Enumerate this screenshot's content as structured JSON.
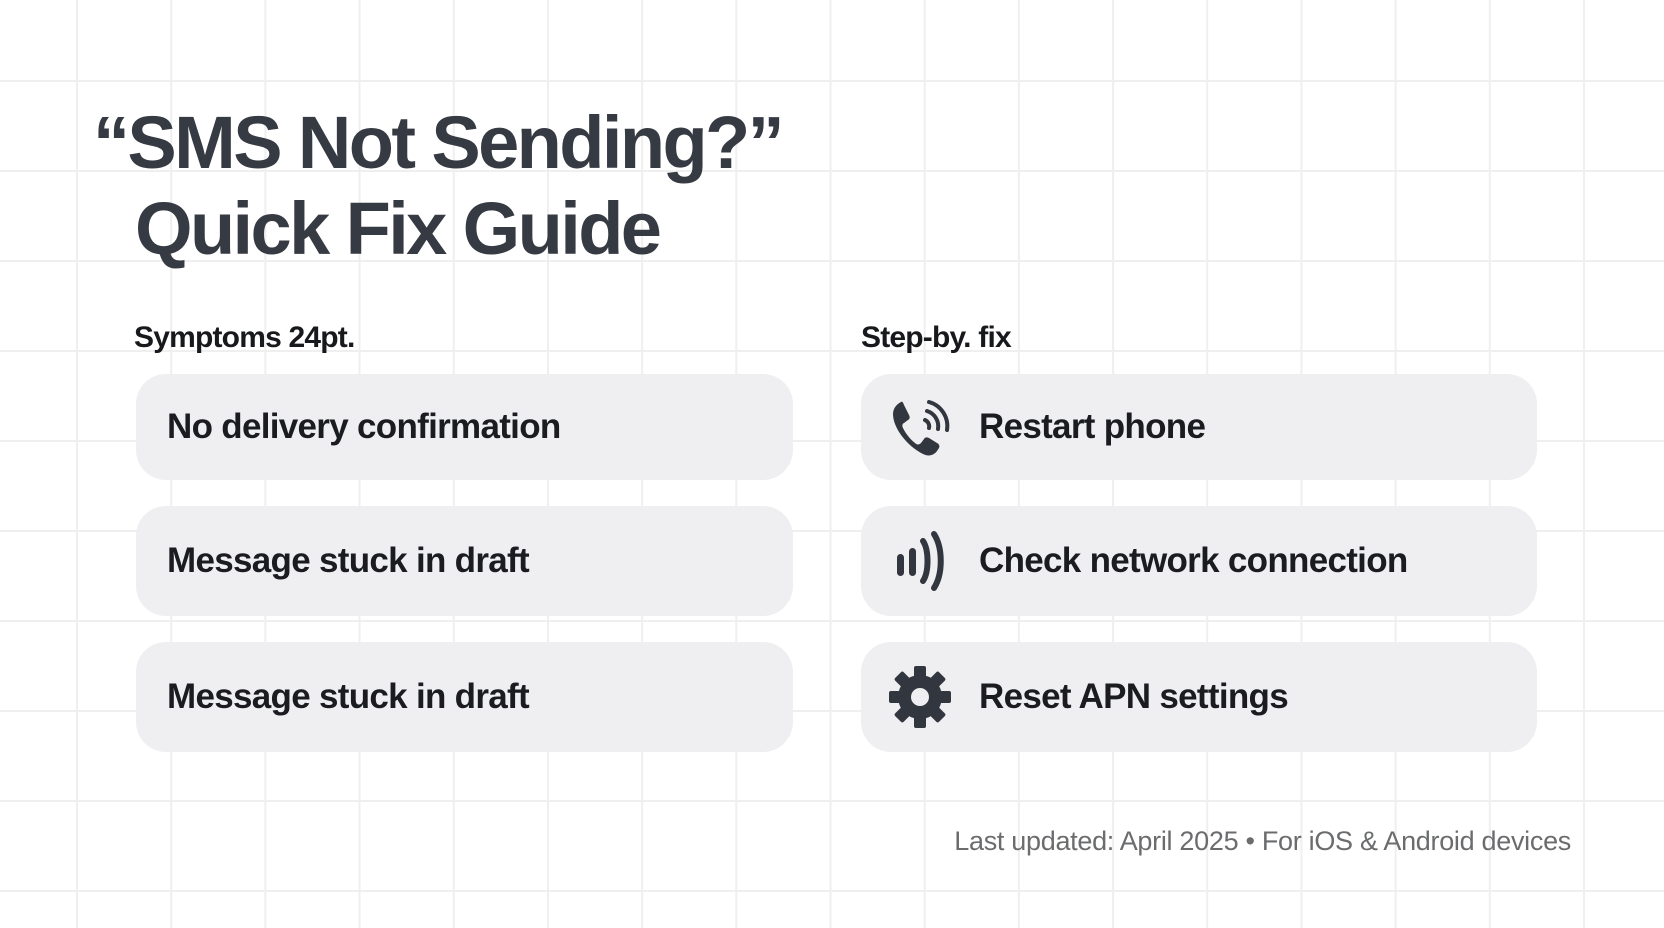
{
  "title": {
    "line1": "“SMS Not Sending?”",
    "line2": "Quick Fix Guide",
    "color": "#363a42"
  },
  "symptoms": {
    "header": "Symptoms 24pt.",
    "items": [
      {
        "label": "No delivery confirmation"
      },
      {
        "label": "Message stuck in draft"
      },
      {
        "label": "Message stuck in draft"
      }
    ]
  },
  "fixes": {
    "header": "Step-by. fix",
    "items": [
      {
        "label": "Restart phone",
        "icon": "phone-ringing-icon"
      },
      {
        "label": "Check network connection",
        "icon": "signal-icon"
      },
      {
        "label": "Reset APN settings",
        "icon": "gear-icon"
      }
    ]
  },
  "footer": {
    "text": "Last updated: April 2025 • For iOS & Android devices"
  },
  "colors": {
    "card_background": "#efeff2",
    "text_dark": "#1b1c20",
    "footer_text": "#6b6c6e",
    "grid_line": "#efefef"
  }
}
